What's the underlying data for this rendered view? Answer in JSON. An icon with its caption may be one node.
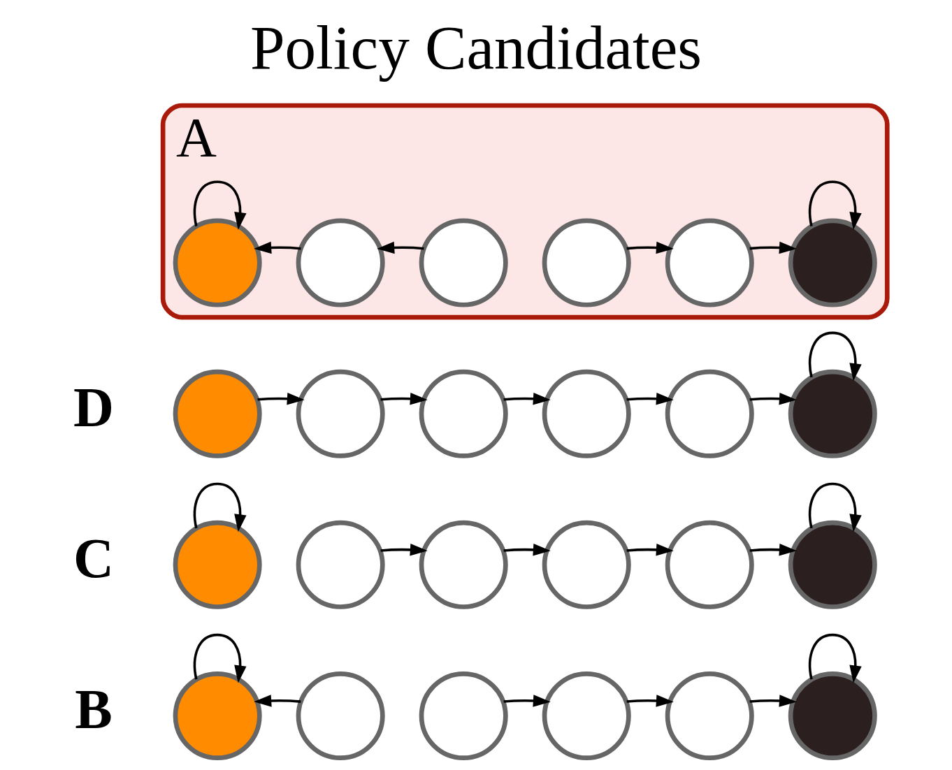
{
  "diagram": {
    "title": "Policy Candidates",
    "nodes": [
      {
        "text": [
          "A"
        ]
      },
      {
        "text": [],
        "shape": "circle",
        "in": 0
      },
      {
        "text": [],
        "shape": "circle",
        "in": 0
      },
      {
        "text": [],
        "shape": "circle",
        "in": 0
      },
      {
        "text": [],
        "shape": "circle",
        "in": 0
      },
      {
        "text": [],
        "shape": "circle",
        "in": 0
      },
      {
        "text": [],
        "shape": "circle",
        "in": 0
      },
      {
        "text": [],
        "shape": "circle"
      },
      {
        "text": [],
        "shape": "circle"
      },
      {
        "text": [],
        "shape": "circle"
      },
      {
        "text": [],
        "shape": "circle"
      },
      {
        "text": [],
        "shape": "circle"
      },
      {
        "text": [],
        "shape": "circle"
      },
      {
        "text": [],
        "shape": "circle"
      },
      {
        "text": [],
        "shape": "circle"
      },
      {
        "text": [],
        "shape": "circle"
      },
      {
        "text": [],
        "shape": "circle"
      },
      {
        "text": [],
        "shape": "circle"
      },
      {
        "text": [],
        "shape": "circle"
      },
      {
        "text": [],
        "shape": "circle"
      },
      {
        "text": [],
        "shape": "circle"
      },
      {
        "text": [],
        "shape": "circle"
      },
      {
        "text": [],
        "shape": "circle"
      },
      {
        "text": [],
        "shape": "circle"
      },
      {
        "text": [],
        "shape": "circle"
      }
    ],
    "edges": [
      {
        "from": 1,
        "to": 1,
        "arrow": "to"
      },
      {
        "from": 2,
        "to": 1,
        "arrow": "to"
      },
      {
        "from": 3,
        "to": 2,
        "arrow": "to"
      },
      {
        "from": 4,
        "to": 5,
        "arrow": "to"
      },
      {
        "from": 5,
        "to": 6,
        "arrow": "to"
      },
      {
        "from": 6,
        "to": 6,
        "arrow": "to"
      },
      {
        "from": 7,
        "to": 7,
        "arrow": "to"
      },
      {
        "from": 8,
        "to": 7,
        "arrow": "to"
      },
      {
        "from": 9,
        "to": 10,
        "arrow": "to"
      },
      {
        "from": 10,
        "to": 11,
        "arrow": "to"
      },
      {
        "from": 11,
        "to": 12,
        "arrow": "to"
      },
      {
        "from": 12,
        "to": 12,
        "arrow": "to"
      },
      {
        "from": 13,
        "to": 13,
        "arrow": "to"
      },
      {
        "from": 14,
        "to": 15,
        "arrow": "to"
      },
      {
        "from": 15,
        "to": 16,
        "arrow": "to"
      },
      {
        "from": 16,
        "to": 17,
        "arrow": "to"
      },
      {
        "from": 17,
        "to": 18,
        "arrow": "to"
      },
      {
        "from": 18,
        "to": 18,
        "arrow": "to"
      },
      {
        "from": 19,
        "to": 20,
        "arrow": "to"
      },
      {
        "from": 20,
        "to": 21,
        "arrow": "to"
      },
      {
        "from": 21,
        "to": 22,
        "arrow": "to"
      },
      {
        "from": 22,
        "to": 23,
        "arrow": "to"
      },
      {
        "from": 23,
        "to": 24,
        "arrow": "to"
      },
      {
        "from": 24,
        "to": 24,
        "arrow": "to"
      }
    ],
    "labels": [
      "B",
      "C",
      "D"
    ]
  }
}
